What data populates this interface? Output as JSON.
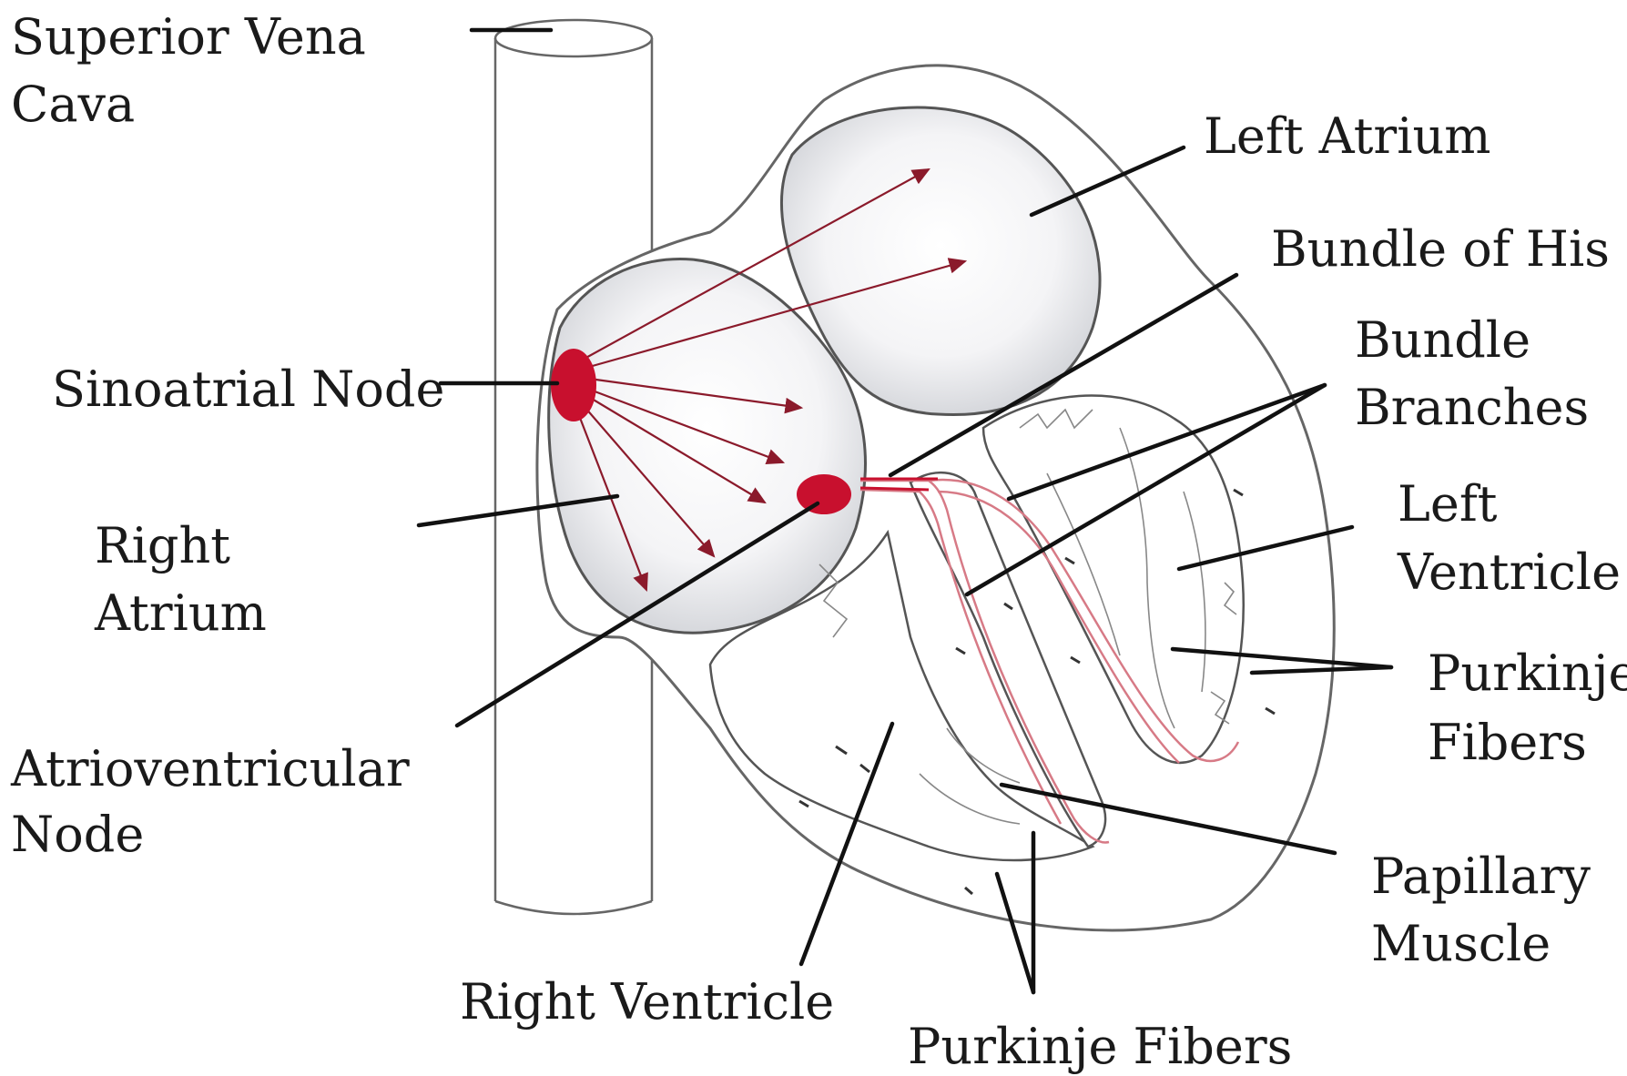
{
  "labels": {
    "superior_vena_cava": [
      "Superior Vena",
      "Cava"
    ],
    "left_atrium": [
      "Left Atrium"
    ],
    "bundle_of_his": [
      "Bundle of His"
    ],
    "bundle_branches": [
      "Bundle",
      "Branches"
    ],
    "sinoatrial_node": [
      "Sinoatrial Node"
    ],
    "right_atrium": [
      "Right",
      "Atrium"
    ],
    "left_ventricle": [
      "Left",
      "Ventricle"
    ],
    "purkinje_fibers_right": [
      "Purkinje",
      "Fibers"
    ],
    "atrioventricular_node": [
      "Atrioventricular",
      "Node"
    ],
    "papillary_muscle": [
      "Papillary",
      "Muscle"
    ],
    "right_ventricle": [
      "Right Ventricle"
    ],
    "purkinje_fibers_bottom": [
      "Purkinje Fibers"
    ]
  },
  "colors": {
    "outline": "#666666",
    "leader": "#111111",
    "node": "#c8102e",
    "conduction": "#8b1a2b",
    "pathway": "#d77a86",
    "chamber_fill": "#e2e3e6"
  }
}
